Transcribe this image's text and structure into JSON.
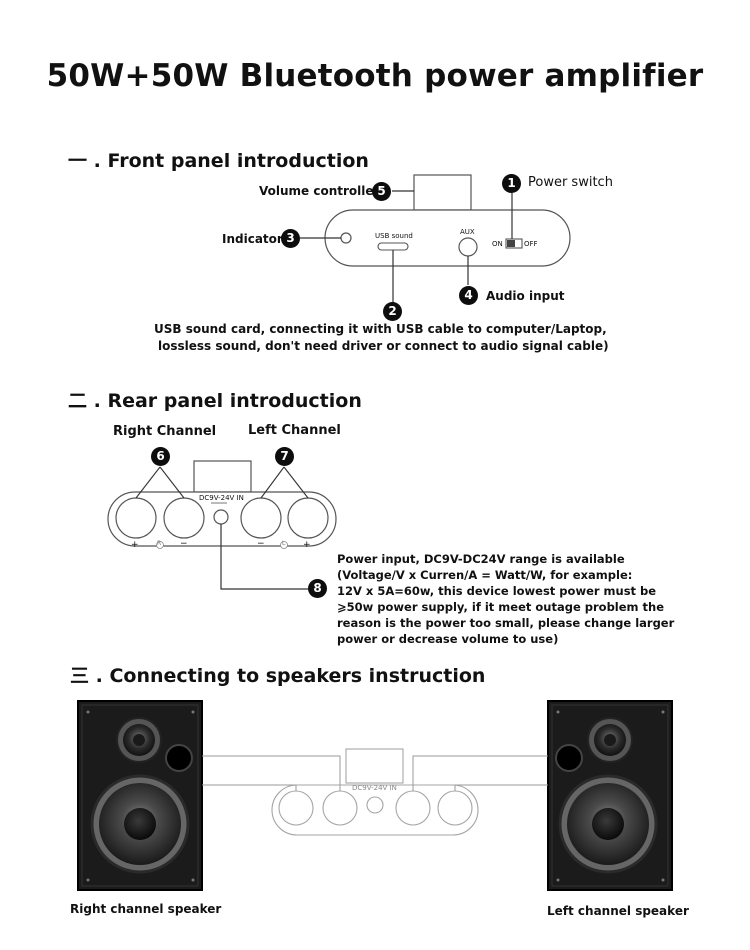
{
  "title": "50W+50W Bluetooth power amplifier",
  "sections": {
    "front": {
      "heading": "一 . Front panel introduction",
      "labels": {
        "volume": "Volume controller",
        "power_switch": "Power switch",
        "indicator": "Indicator",
        "audio_input": "Audio input",
        "usb_sound": "USB sound",
        "aux": "AUX",
        "on": "ON",
        "off": "OFF"
      },
      "badges": {
        "b1": "1",
        "b2": "2",
        "b3": "3",
        "b4": "4",
        "b5": "5"
      },
      "usb_note": [
        "USB sound card, connecting it with USB cable to computer/Laptop,",
        "lossless sound, don't need driver or connect to audio signal cable)"
      ]
    },
    "rear": {
      "heading": "二 . Rear panel introduction",
      "labels": {
        "right_channel": "Right Channel",
        "left_channel": "Left Channel",
        "dc_in": "DC9V-24V IN",
        "plus": "+",
        "minus": "−",
        "R": "R",
        "L": "L"
      },
      "badges": {
        "b6": "6",
        "b7": "7",
        "b8": "8"
      },
      "power_note": [
        "Power input, DC9V-DC24V range is available",
        "(Voltage/V x Curren/A = Watt/W, for example:",
        "12V x 5A=60w, this device lowest power must be",
        "⩾50w power supply, if it meet outage problem the",
        "reason is the power too small, please change larger",
        "power or decrease volume to use)"
      ]
    },
    "connect": {
      "heading": "三 . Connecting to speakers instruction",
      "right_speaker": "Right channel speaker",
      "left_speaker": "Left channel speaker",
      "dc_in": "DC9V-24V IN"
    }
  },
  "colors": {
    "ink": "#111111",
    "line": "#555555",
    "faint": "#9a9a9a",
    "speaker_body": "#1b1b1b"
  }
}
